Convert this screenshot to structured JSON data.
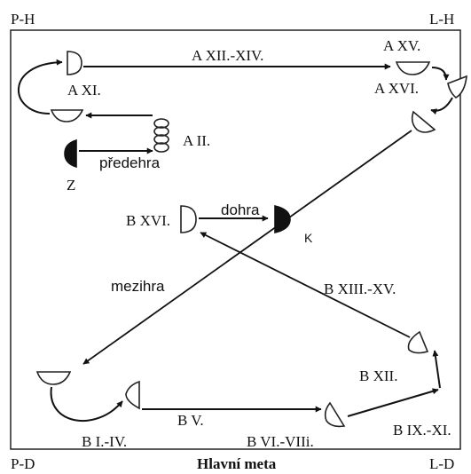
{
  "corners": {
    "top_left": "P-H",
    "top_right": "L-H",
    "bottom_left": "P-D",
    "bottom_right": "L-D"
  },
  "footer": {
    "title": "Hlavní meta"
  },
  "labels": {
    "a_xii_xiv": "A XII.-XIV.",
    "a_xv": "A XV.",
    "a_xvi": "A XVI.",
    "a_xi": "A XI.",
    "a_ii": "A II.",
    "predehra": "předehra",
    "z": "Z",
    "b_xvi": "B XVI.",
    "dohra": "dohra",
    "k": "K",
    "mezihra": "mezihra",
    "b_xiii_xv": "B XIII.-XV.",
    "b_xii": "B XII.",
    "b_i_iv": "B I.-IV.",
    "b_v": "B V.",
    "b_vi_viii": "B VI.-VIIi.",
    "b_ix_xi": "B IX.-XI."
  }
}
